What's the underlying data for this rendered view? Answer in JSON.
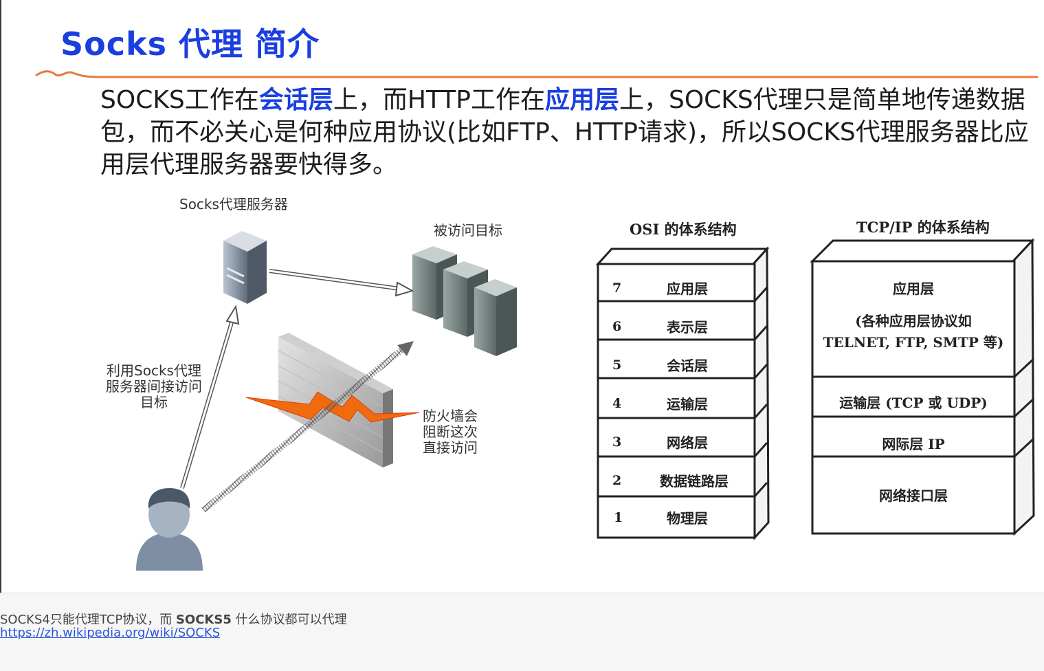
{
  "slide": {
    "title": "Socks 代理 简介",
    "body_parts": [
      {
        "text": "SOCKS工作在",
        "highlight": false
      },
      {
        "text": "会话层",
        "highlight": true
      },
      {
        "text": "上，而HTTP工作在",
        "highlight": false
      },
      {
        "text": "应用层",
        "highlight": true
      },
      {
        "text": "上，SOCKS代理只是简单地传递数据包，而不必关心是何种应用协议(比如FTP、HTTP请求)，所以SOCKS代理服务器比应用层代理服务器要快得多。",
        "highlight": false
      }
    ],
    "accent_color": "#1a3fe0",
    "rule_color": "#e8793a"
  },
  "proxy_diagram": {
    "server_label": "Socks代理服务器",
    "target_label": "被访问目标",
    "indirect_label_lines": [
      "利用Socks代理",
      "服务器间接访问",
      "目标"
    ],
    "firewall_label_lines": [
      "防火墙会",
      "阻断这次",
      "直接访问"
    ]
  },
  "osi": {
    "title": "OSI 的体系结构",
    "layers": [
      {
        "num": "7",
        "name": "应用层"
      },
      {
        "num": "6",
        "name": "表示层"
      },
      {
        "num": "5",
        "name": "会话层"
      },
      {
        "num": "4",
        "name": "运输层"
      },
      {
        "num": "3",
        "name": "网络层"
      },
      {
        "num": "2",
        "name": "数据链路层"
      },
      {
        "num": "1",
        "name": "物理层"
      }
    ]
  },
  "tcpip": {
    "title": "TCP/IP 的体系结构",
    "app_layer": "应用层",
    "app_detail_1": "(各种应用层协议如",
    "app_detail_2": "TELNET, FTP, SMTP 等)",
    "transport": "运输层 (TCP 或 UDP)",
    "internet": "网际层 IP",
    "network_interface": "网络接口层"
  },
  "notes": {
    "line1_a": "SOCKS4只能代理TCP协议，而 ",
    "line1_b": "SOCKS5",
    "line1_c": " 什么协议都可以代理",
    "link": "https://zh.wikipedia.org/wiki/SOCKS"
  }
}
